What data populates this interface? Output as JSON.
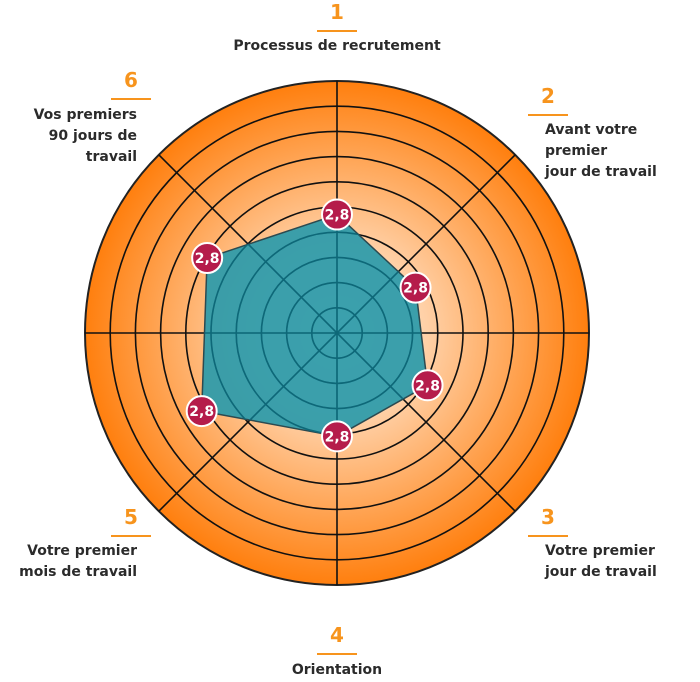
{
  "chart_data": {
    "type": "radar",
    "title": "",
    "rings": 10,
    "axes": [
      {
        "number": "1",
        "label_lines": [
          "Processus de recrutement"
        ],
        "value": 2.8,
        "value_label": "2,8",
        "plotted_level": 4.7,
        "angle_deg": 0
      },
      {
        "number": "2",
        "label_lines": [
          "Avant votre premier",
          "jour de travail"
        ],
        "value": 2.8,
        "value_label": "2,8",
        "plotted_level": 3.6,
        "angle_deg": 60
      },
      {
        "number": "3",
        "label_lines": [
          "Votre premier",
          "jour de travail"
        ],
        "value": 2.8,
        "value_label": "2,8",
        "plotted_level": 4.15,
        "angle_deg": 120
      },
      {
        "number": "4",
        "label_lines": [
          "Orientation"
        ],
        "value": 2.8,
        "value_label": "2,8",
        "plotted_level": 4.1,
        "angle_deg": 180
      },
      {
        "number": "5",
        "label_lines": [
          "Votre premier",
          "mois de travail"
        ],
        "value": 2.8,
        "value_label": "2,8",
        "plotted_level": 6.2,
        "angle_deg": 240
      },
      {
        "number": "6",
        "label_lines": [
          "Vos premiers",
          "90 jours de travail"
        ],
        "value": 2.8,
        "value_label": "2,8",
        "plotted_level": 5.95,
        "angle_deg": 300
      }
    ],
    "colors": {
      "outer": "#ff7f0e",
      "inner": "#ffe3cc",
      "area": "#2a9aaa",
      "marker": "#b51c4b",
      "accent": "#f7941d"
    }
  }
}
